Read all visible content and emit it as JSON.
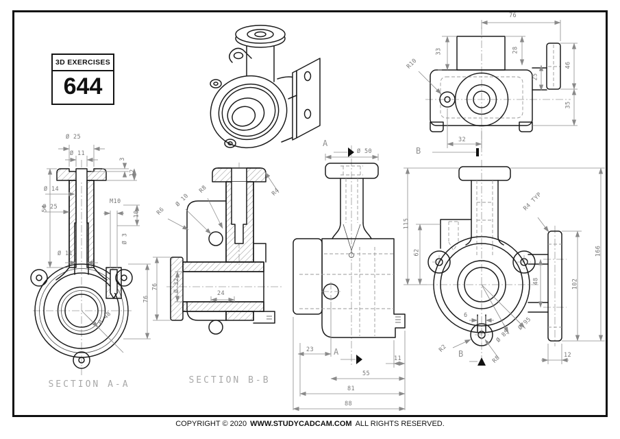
{
  "badge": {
    "title": "3D EXERCISES",
    "number": "644"
  },
  "footer": {
    "prefix": "COPYRIGHT © 2020",
    "site": "WWW.STUDYCADCAM.COM",
    "suffix": "ALL RIGHTS RESERVED."
  },
  "views": {
    "top": {
      "cut_label": "B",
      "dims": {
        "w76": "76",
        "h33": "33",
        "h28": "28",
        "h25": "25",
        "h46": "46",
        "h35": "35",
        "w32": "32",
        "r10": "R10"
      }
    },
    "section_aa": {
      "title": "SECTION A-A",
      "dims": {
        "dia25_top": "Ø 25",
        "dia11_top": "Ø 11",
        "t3": "3",
        "t12": "12",
        "h54": "54",
        "dia14": "Ø 14",
        "dia25_stem": "Ø 25",
        "m10": "M10",
        "d10": "10",
        "dia3": "Ø 3",
        "dia11_bore": "Ø 11",
        "dia48": "Ø 48",
        "h76": "76"
      }
    },
    "section_bb": {
      "title": "SECTION B-B",
      "dims": {
        "r4": "R4",
        "r8": "R8",
        "dia10": "Ø 10",
        "r6": "R6",
        "h76": "76",
        "dia32": "Ø 32",
        "w24": "24"
      }
    },
    "side": {
      "cut_top": "A",
      "cut_bottom": "A",
      "dims": {
        "dia50": "Ø 50",
        "w23": "23",
        "w11": "11",
        "w55": "55",
        "w81": "81",
        "w88": "88"
      }
    },
    "front": {
      "cut_label": "B",
      "dims": {
        "h115": "115",
        "h62": "62",
        "h166": "166",
        "h102": "102",
        "h48": "48",
        "w12": "12",
        "w6": "6",
        "r4typ": "R4 TYP",
        "r2": "R2",
        "r8": "R8",
        "dia85": "Ø 85",
        "dia95": "Ø 95"
      }
    }
  }
}
